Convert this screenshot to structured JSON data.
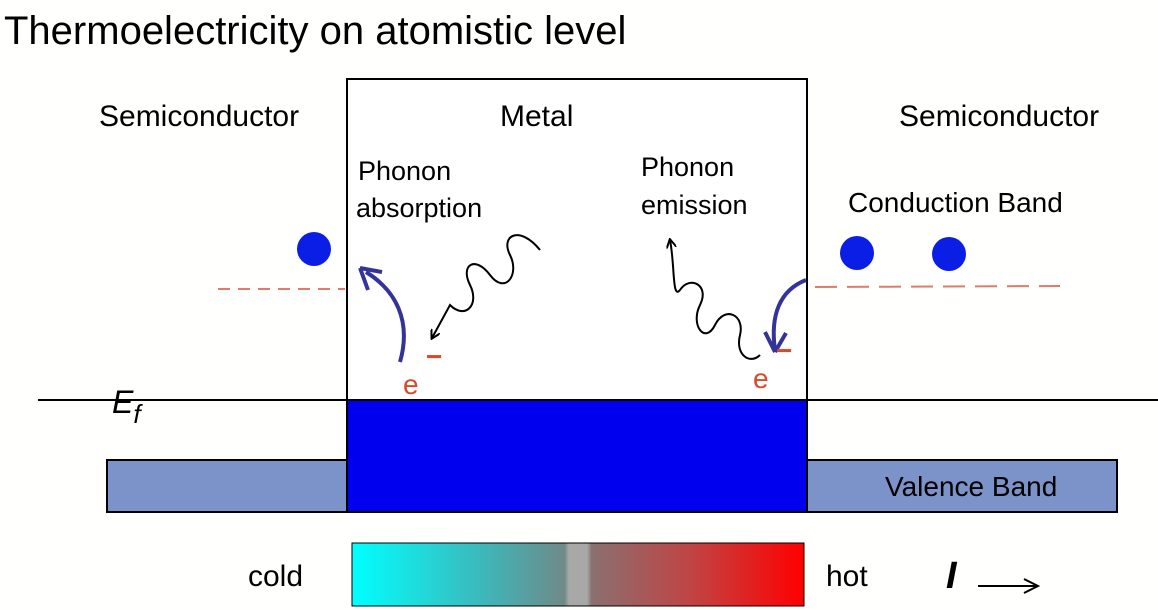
{
  "title": "Thermoelectricity on atomistic level",
  "labels": {
    "left_material": "Semiconductor",
    "center_material": "Metal",
    "right_material": "Semiconductor",
    "absorption_line1": "Phonon",
    "absorption_line2": "absorption",
    "emission_line1": "Phonon",
    "emission_line2": "emission",
    "conduction_band": "Conduction Band",
    "valence_band": "Valence Band",
    "fermi_level_main": "E",
    "fermi_level_sub": "f",
    "electron": "e",
    "electron_charge": "−",
    "cold": "cold",
    "hot": "hot",
    "current": "I"
  },
  "colors": {
    "metal_fill": "#0000ee",
    "valence_band": "#7b93c8",
    "electron_dot": "#0a1ee6",
    "dashed_level": "#e07a6a",
    "electron_label": "#d84b2a",
    "curved_arrow": "#333399",
    "gradient_cold": "#00ffff",
    "gradient_mid": "#a8a8a8",
    "gradient_hot": "#ff0000"
  }
}
